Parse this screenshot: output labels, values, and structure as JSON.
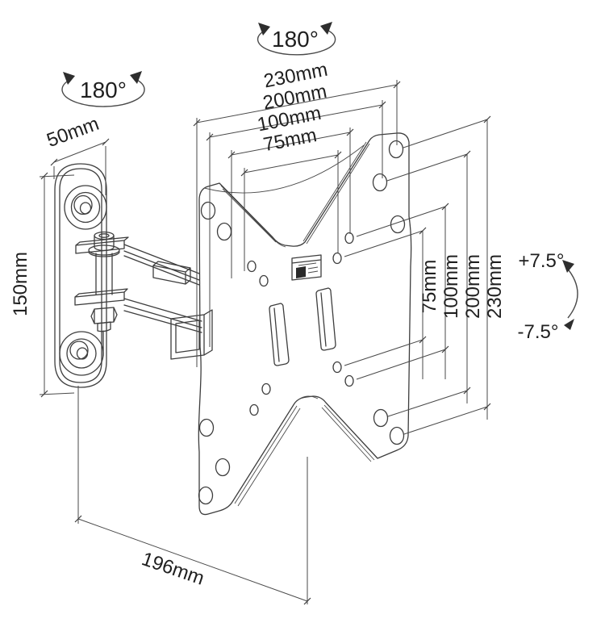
{
  "labels": {
    "swivel_arm": "180°",
    "swivel_plate": "180°",
    "tilt_up": "+7.5°",
    "tilt_down": "-7.5°",
    "wall_plate_width": "50mm",
    "wall_plate_height": "150mm",
    "horizontal_spacings": [
      "230mm",
      "200mm",
      "100mm",
      "75mm"
    ],
    "vertical_spacings": [
      "75mm",
      "100mm",
      "200mm",
      "230mm"
    ],
    "arm_depth": "196mm"
  },
  "colors": {
    "line": "#3d3d3d",
    "text": "#1f1f1f",
    "background": "#ffffff"
  }
}
